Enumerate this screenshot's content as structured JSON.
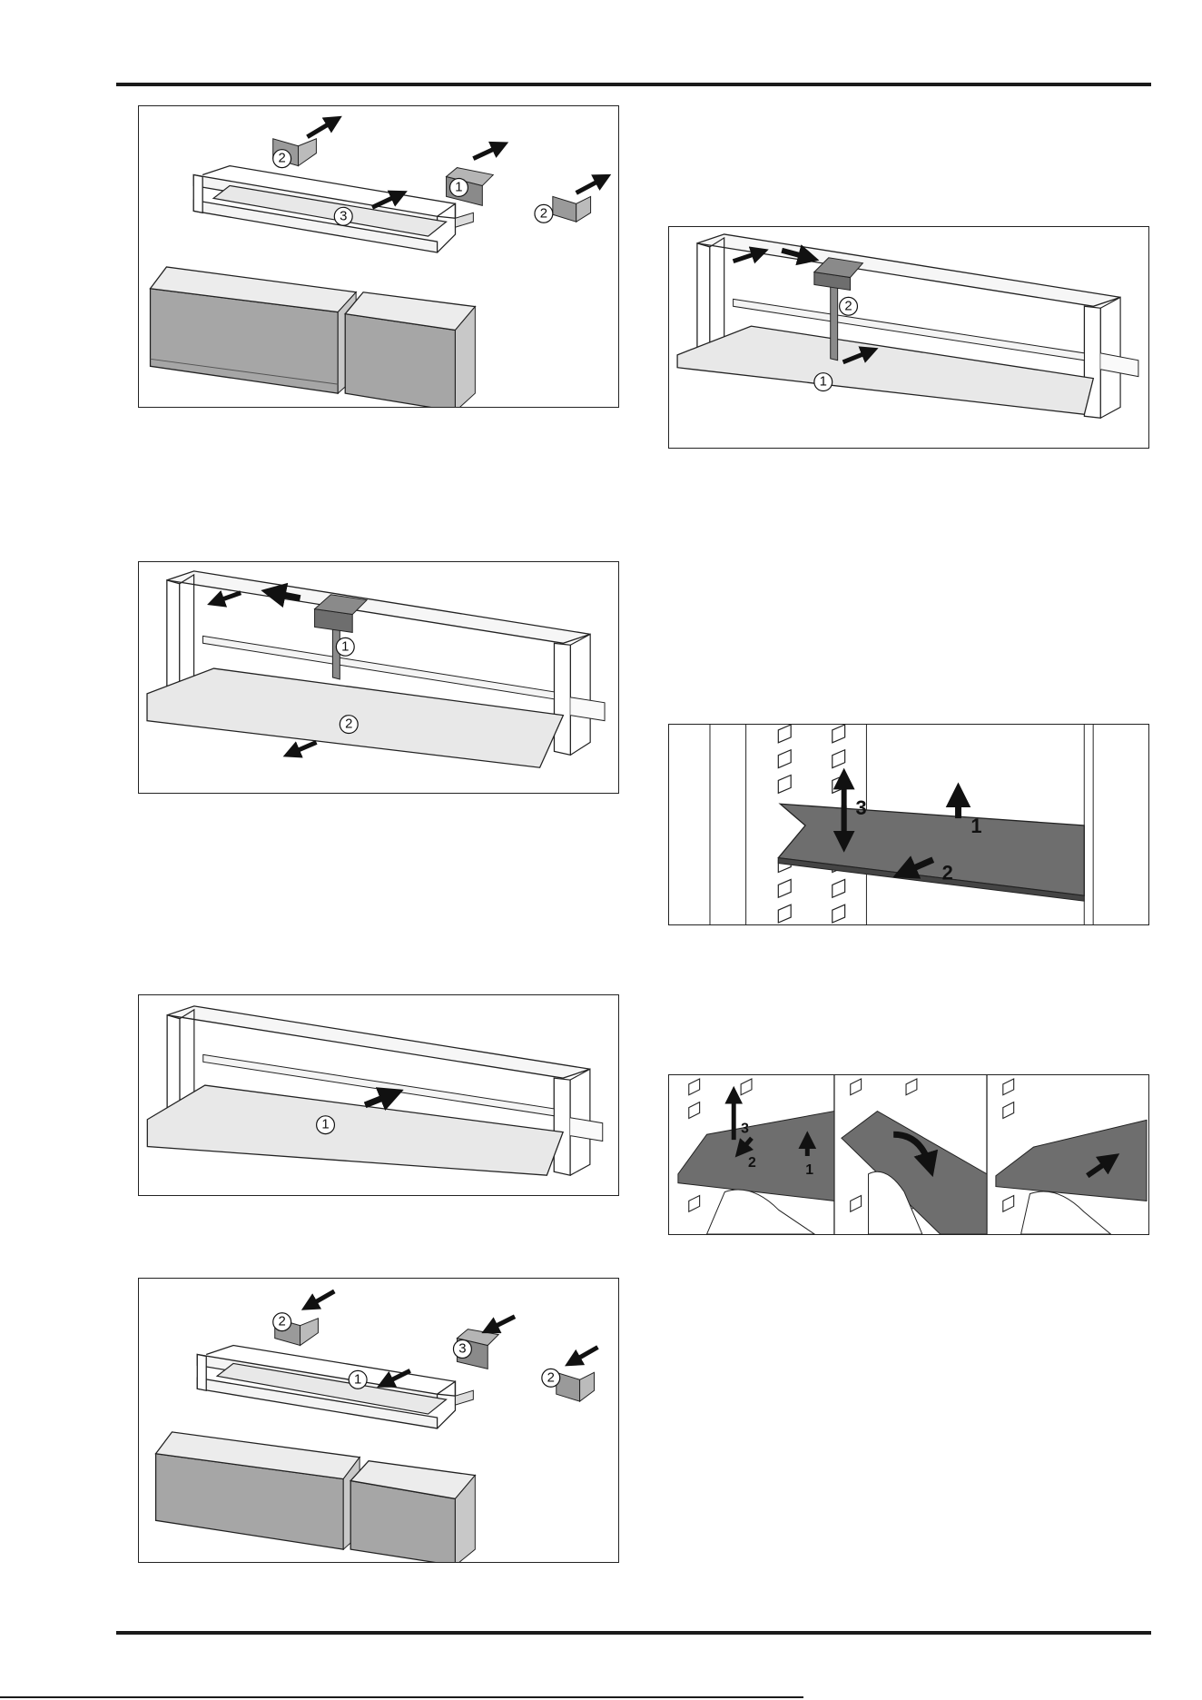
{
  "figures": {
    "fig_drawer_removal": {
      "callouts": [
        "2",
        "1",
        "3",
        "2"
      ]
    },
    "fig_shelf_slide_in": {
      "callouts": [
        "2",
        "1"
      ]
    },
    "fig_shelf_pull_out": {
      "callouts": [
        "1",
        "2"
      ]
    },
    "fig_rail_shelf": {
      "callouts": [
        "3",
        "1",
        "2"
      ]
    },
    "fig_shelf_insert": {
      "callouts": [
        "1"
      ]
    },
    "fig_shelf_three_panel": {
      "callouts": [
        "3",
        "2",
        "1"
      ]
    },
    "fig_drawer_install": {
      "callouts": [
        "2",
        "3",
        "1",
        "2"
      ]
    }
  },
  "colors": {
    "rule": "#1a1a1a",
    "panel_light": "#e8e8e8",
    "panel_dark": "#6e6e6e",
    "component_gray": "#8a8a8a",
    "arrow": "#111111"
  },
  "icons": [
    "arrow-icon",
    "callout-circle-icon",
    "hand-icon"
  ]
}
